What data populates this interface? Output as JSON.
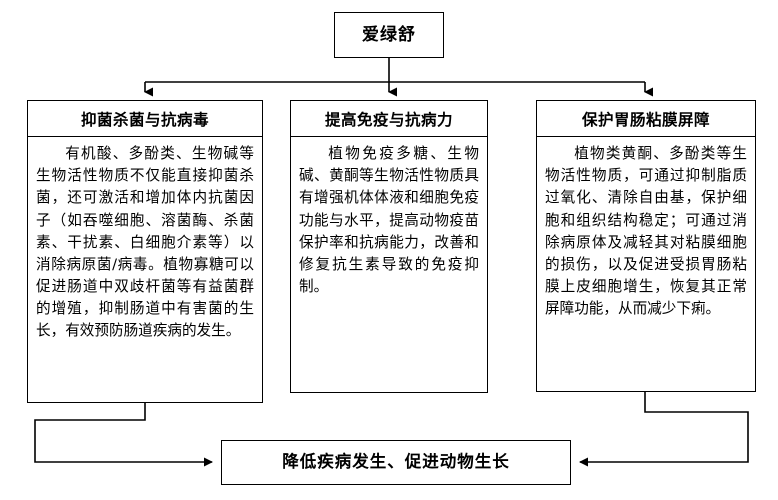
{
  "diagram": {
    "root": {
      "label": "爱绿舒"
    },
    "pillars": [
      {
        "header": "抑菌杀菌与抗病毒",
        "body": "有机酸、多酚类、生物碱等生物活性物质不仅能直接抑菌杀菌，还可激活和增加体内抗菌因子（如吞噬细胞、溶菌酶、杀菌素、干扰素、白细胞介素等）以消除病原菌/病毒。植物寡糖可以促进肠道中双歧杆菌等有益菌群的增殖，抑制肠道中有害菌的生长，有效预防肠道疾病的发生。"
      },
      {
        "header": "提高免疫与抗病力",
        "body": "植物免疫多糖、生物碱、黄酮等生物活性物质具有增强机体体液和细胞免疫功能与水平，提高动物疫苗保护率和抗病能力，改善和修复抗生素导致的免疫抑制。"
      },
      {
        "header": "保护胃肠粘膜屏障",
        "body": "植物类黄酮、多酚类等生物活性物质，可通过抑制脂质过氧化、清除自由基，保护细胞和组织结构稳定；可通过消除病原体及减轻其对粘膜细胞的损伤，以及促进受损胃肠粘膜上皮细胞增生，恢复其正常屏障功能，从而减少下痢。"
      }
    ],
    "outcome": {
      "label": "降低疾病发生、促进动物生长"
    },
    "colors": {
      "stroke": "#000000",
      "background": "#ffffff",
      "text": "#000000"
    }
  }
}
